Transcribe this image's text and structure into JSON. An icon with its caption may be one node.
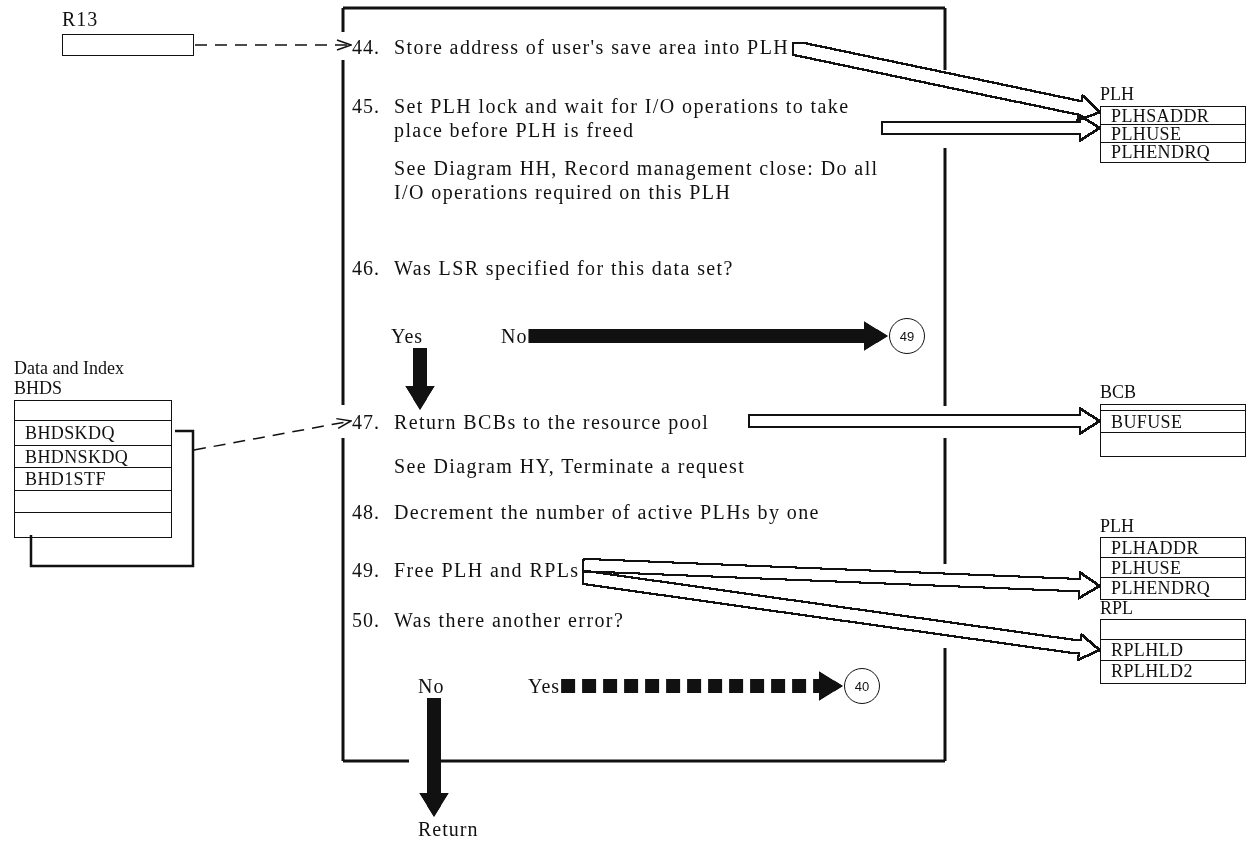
{
  "diagram": {
    "nodes": [
      {
        "text": [
          "R13"
        ]
      },
      {
        "text": [],
        "shape": "box"
      },
      {
        "text": [
          "44.",
          "Store address of user's save area into PLH"
        ],
        "in": 1
      },
      {
        "text": [
          "45.",
          "Set PLH lock and wait for I/O operations to take place before PLH is freed",
          "See Diagram HH, Record management close: Do all I/O operations required on this PLH"
        ],
        "in": 1
      },
      {
        "text": [
          "46.",
          "Was LSR specified for this data set?"
        ],
        "in": 1
      },
      {
        "text": [
          "Yes"
        ],
        "in": 1
      },
      {
        "text": [
          "No"
        ],
        "in": 1
      },
      {
        "text": [
          "49"
        ],
        "in": 1
      },
      {
        "text": [
          "47.",
          "Return BCBs to the resource pool",
          "See Diagram HY, Terminate a request"
        ],
        "in": 1
      },
      {
        "text": [
          "48.",
          "Decrement the number of active PLHs by one"
        ],
        "in": 1
      },
      {
        "text": [
          "49.",
          "Free PLH and RPLs"
        ],
        "in": 1
      },
      {
        "text": [
          "50.",
          "Was there another error?"
        ],
        "in": 1
      },
      {
        "text": [
          "No"
        ],
        "in": 1
      },
      {
        "text": [
          "Yes"
        ],
        "in": 1
      },
      {
        "text": [
          "40"
        ],
        "in": 1
      },
      {
        "text": [
          "Return"
        ]
      },
      {
        "text": [
          "Data and Index BHDS",
          "BHDSKDQ",
          "BHDNSKDQ",
          "BHD1STF"
        ]
      },
      {
        "text": [
          "PLH",
          "PLHSADDR",
          "PLHUSE",
          "PLHENDRQ"
        ]
      },
      {
        "text": [
          "BCB",
          "BUFUSE"
        ]
      },
      {
        "text": [
          "PLH",
          "PLHADDR",
          "PLHUSE",
          "PLHENDRQ"
        ]
      },
      {
        "text": [
          "RPL",
          "RPLHLD",
          "RPLHLD2"
        ]
      }
    ],
    "edges": [
      {
        "from": 0,
        "to": 2,
        "arrow": "to",
        "style": "dashed"
      },
      {
        "from": 16,
        "to": 8,
        "arrow": "to",
        "style": "dashed"
      },
      {
        "from": 2,
        "to": 17,
        "arrow": "to"
      },
      {
        "from": 3,
        "to": 17,
        "arrow": "to"
      },
      {
        "from": 8,
        "to": 18,
        "arrow": "to"
      },
      {
        "from": 10,
        "to": 19,
        "arrow": "to"
      },
      {
        "from": 10,
        "to": 20,
        "arrow": "to"
      },
      {
        "from": 5,
        "to": 8,
        "arrow": "to",
        "style": "thick"
      },
      {
        "from": 6,
        "to": 7,
        "arrow": "to",
        "style": "thick"
      },
      {
        "from": 12,
        "to": 15,
        "arrow": "to",
        "style": "thick"
      },
      {
        "from": 13,
        "to": 14,
        "arrow": "to",
        "style": "dashed"
      }
    ]
  }
}
